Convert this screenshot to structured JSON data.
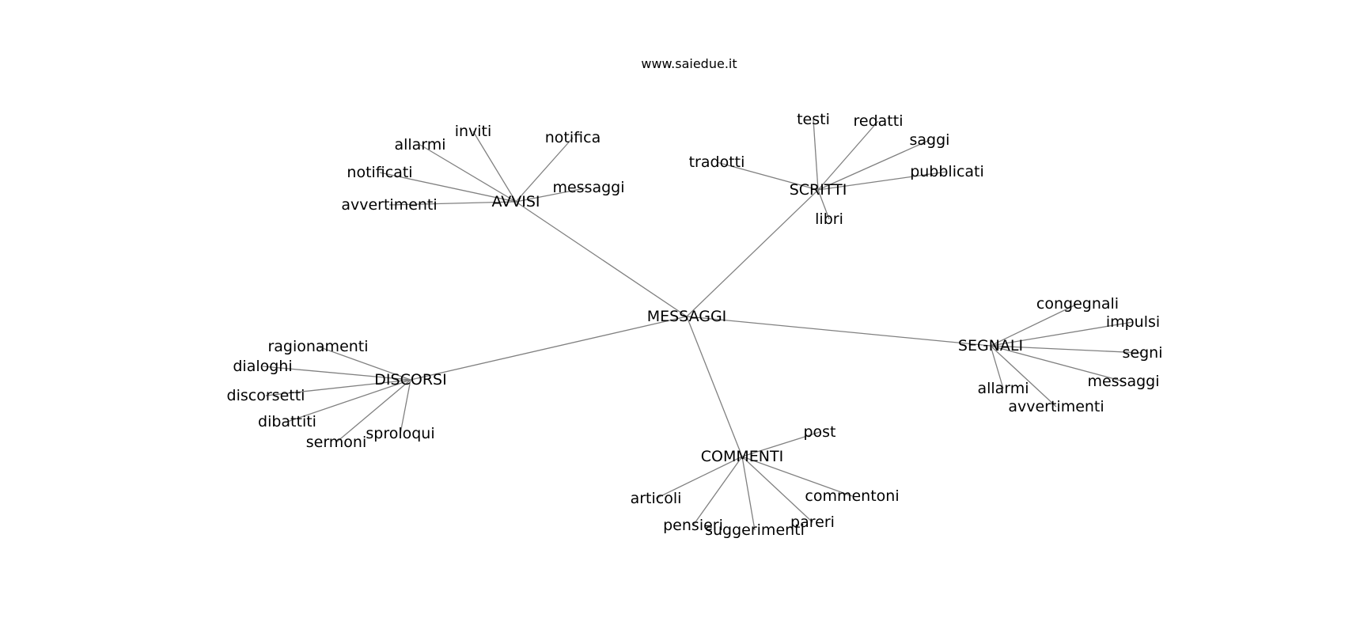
{
  "header": {
    "site": "www.saiedue.it"
  },
  "graph": {
    "root": "MESSAGGI",
    "clusters": [
      {
        "label": "AVVISI",
        "words": [
          "inviti",
          "allarmi",
          "notifica",
          "notificati",
          "messaggi",
          "avvertimenti"
        ]
      },
      {
        "label": "SCRITTI",
        "words": [
          "testi",
          "redatti",
          "saggi",
          "tradotti",
          "pubblicati",
          "libri"
        ]
      },
      {
        "label": "DISCORSI",
        "words": [
          "ragionamenti",
          "dialoghi",
          "discorsetti",
          "dibattiti",
          "sermoni",
          "sproloqui"
        ]
      },
      {
        "label": "SEGNALI",
        "words": [
          "congegnali",
          "impulsi",
          "segni",
          "messaggi",
          "allarmi",
          "avvertimenti"
        ]
      },
      {
        "label": "COMMENTI",
        "words": [
          "post",
          "articoli",
          "commentoni",
          "pensieri",
          "suggerimenti",
          "pareri"
        ]
      }
    ]
  }
}
